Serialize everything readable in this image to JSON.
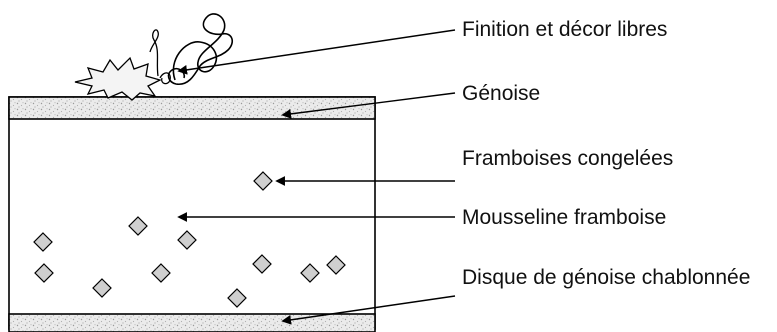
{
  "labels": [
    "Finition et décor libres",
    "Génoise",
    "Framboises congelées",
    "Mousseline framboise",
    "Disque de génoise chablonnée"
  ],
  "colors": {
    "line": "#000000",
    "sponge_fill": "#d9d9d9",
    "berry_fill": "#cfcfcf"
  }
}
